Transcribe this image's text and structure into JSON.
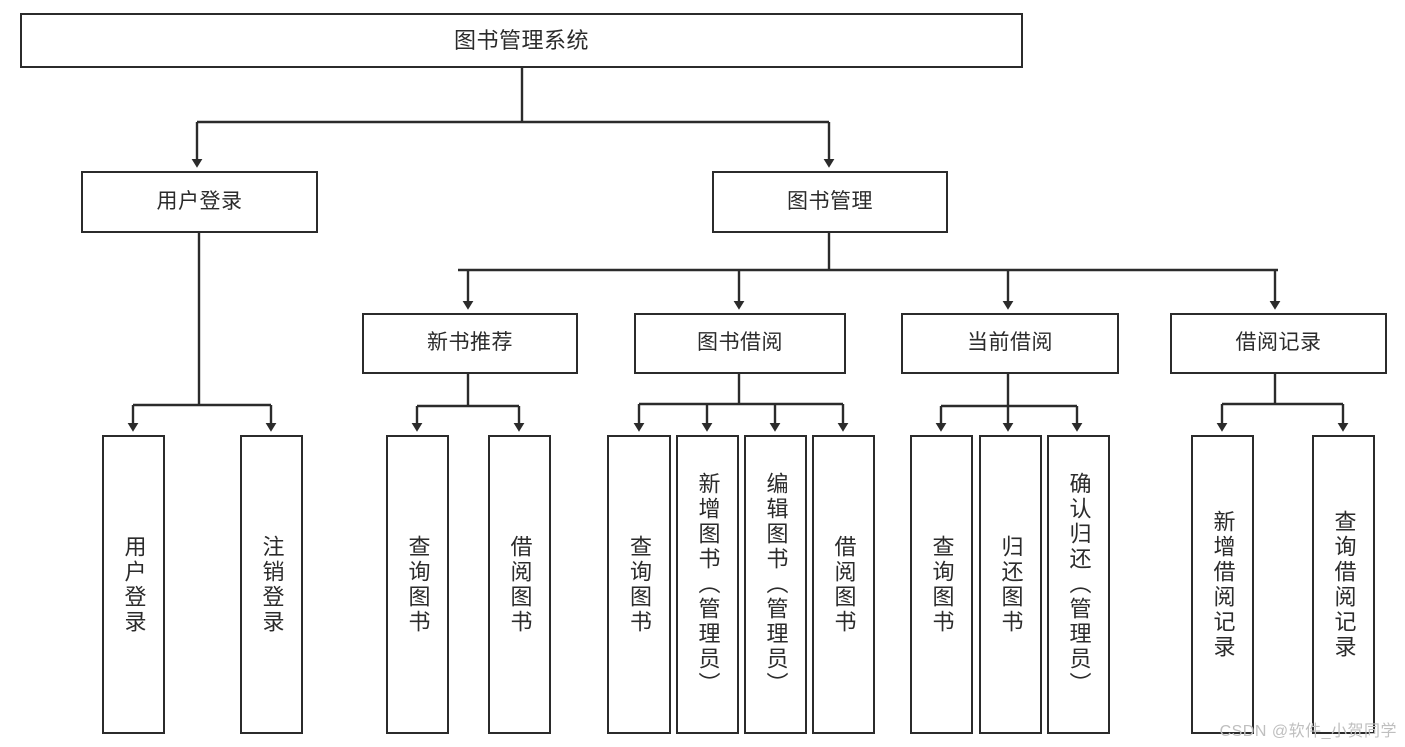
{
  "diagram": {
    "type": "hierarchy-tree",
    "title": "图书管理系统",
    "watermark": "CSDN @软件_小贺同学",
    "colors": {
      "box_border": "#2b2b2b",
      "box_fill": "#ffffff",
      "connector": "#2b2b2b",
      "background": "#ffffff",
      "watermark": "#bfbfbf"
    },
    "nodes": {
      "root": {
        "label": "图书管理系统"
      },
      "level1": [
        {
          "label": "用户登录"
        },
        {
          "label": "图书管理"
        }
      ],
      "level2": [
        {
          "label": "新书推荐"
        },
        {
          "label": "图书借阅"
        },
        {
          "label": "当前借阅"
        },
        {
          "label": "借阅记录"
        }
      ],
      "leaves": {
        "user_login": [
          {
            "label": "用户登录"
          },
          {
            "label": "注销登录"
          }
        ],
        "new_book_recommend": [
          {
            "label": "查询图书"
          },
          {
            "label": "借阅图书"
          }
        ],
        "book_borrow": [
          {
            "label": "查询图书"
          },
          {
            "label": "新增图书（管理员）"
          },
          {
            "label": "编辑图书（管理员）"
          },
          {
            "label": "借阅图书"
          }
        ],
        "current_borrow": [
          {
            "label": "查询图书"
          },
          {
            "label": "归还图书"
          },
          {
            "label": "确认归还（管理员）"
          }
        ],
        "borrow_record": [
          {
            "label": "新增借阅记录"
          },
          {
            "label": "查询借阅记录"
          }
        ]
      }
    }
  }
}
